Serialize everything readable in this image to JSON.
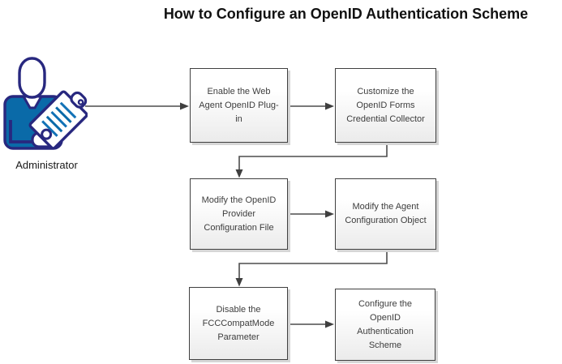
{
  "title": "How to Configure an OpenID Authentication Scheme",
  "actor": {
    "label": "Administrator",
    "icon": "administrator-clipboard-icon"
  },
  "steps": [
    {
      "id": "step-1",
      "label": "Enable the Web\nAgent OpenID Plug-\nin"
    },
    {
      "id": "step-2",
      "label": "Customize the\nOpenID Forms\nCredential Collector"
    },
    {
      "id": "step-3",
      "label": "Modify the OpenID\nProvider\nConfiguration File"
    },
    {
      "id": "step-4",
      "label": "Modify the Agent\nConfiguration Object"
    },
    {
      "id": "step-5",
      "label": "Disable the\nFCCCompatMode\nParameter"
    },
    {
      "id": "step-6",
      "label": "Configure the\nOpenID\nAuthentication\nScheme"
    }
  ],
  "connections": [
    {
      "from": "administrator",
      "to": "step-1"
    },
    {
      "from": "step-1",
      "to": "step-2"
    },
    {
      "from": "step-2",
      "to": "step-3"
    },
    {
      "from": "step-3",
      "to": "step-4"
    },
    {
      "from": "step-4",
      "to": "step-5"
    },
    {
      "from": "step-5",
      "to": "step-6"
    }
  ],
  "colors": {
    "navy": "#28287f",
    "blue": "#0a6aa8",
    "hatch-blue": "#1272b6",
    "box-border": "#404040",
    "box-fill-top": "#ffffff",
    "box-fill-bottom": "#ebebeb",
    "box-shadow": "#d6d6d6",
    "text": "#3d3d3d",
    "title": "#111111",
    "connector": "#4d4d4d",
    "arrowhead": "#3f3f3f"
  }
}
